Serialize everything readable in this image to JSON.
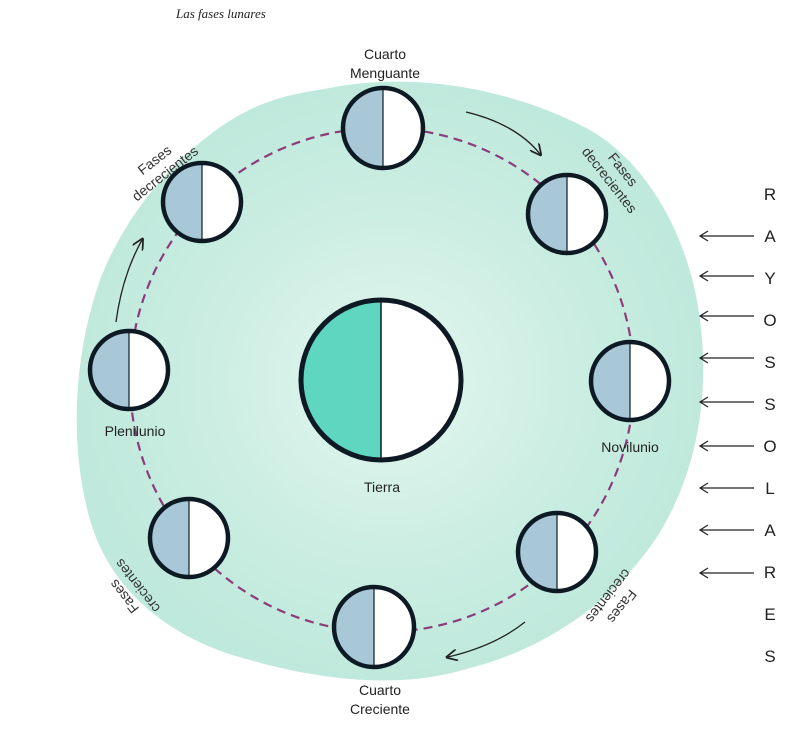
{
  "title": "Las fases lunares",
  "labels": {
    "cuarto_menguante": [
      "Cuarto",
      "Menguante"
    ],
    "cuarto_creciente": [
      "Cuarto",
      "Creciente"
    ],
    "plenilunio": "Plenilunio",
    "novilunio": "Novilunio",
    "tierra": "Tierra",
    "fases_decrecientes_left": [
      "Fases",
      "decrecientes"
    ],
    "fases_decrecientes_right": [
      "Fases",
      "decrecientes"
    ],
    "fases_crecientes_left": [
      "Fases",
      "crecientes"
    ],
    "fases_crecientes_right": [
      "Fases",
      "crecientes"
    ]
  },
  "rays": {
    "word1": [
      "R",
      "A",
      "Y",
      "O",
      "S"
    ],
    "word2": [
      "S",
      "O",
      "L",
      "A",
      "R",
      "E",
      "S"
    ]
  },
  "colors": {
    "background_wash": "#c9efe3",
    "earth_shade": "#5fd6bf",
    "moon_shade": "#a8c8d8",
    "orbit": "#8a3d7a",
    "outline": "#0d1a24"
  }
}
